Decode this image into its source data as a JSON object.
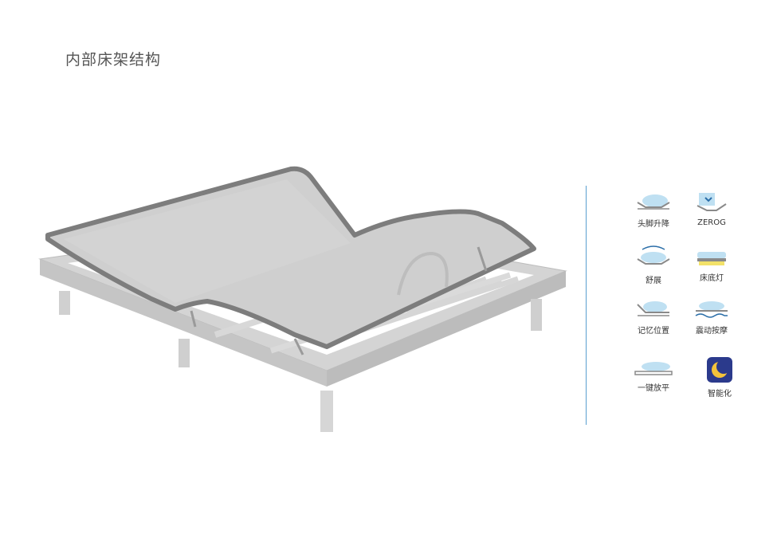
{
  "page": {
    "title": "内部床架结构"
  },
  "features": [
    {
      "label": "头脚升降",
      "icon": "head-foot-lift-icon"
    },
    {
      "label": "ZEROG",
      "icon": "zero-gravity-icon"
    },
    {
      "label": "舒展",
      "icon": "stretch-icon"
    },
    {
      "label": "床底灯",
      "icon": "under-bed-light-icon"
    },
    {
      "label": "记忆位置",
      "icon": "memory-position-icon"
    },
    {
      "label": "震动按摩",
      "icon": "vibration-massage-icon"
    },
    {
      "label": "一键放平",
      "icon": "one-key-flat-icon"
    },
    {
      "label": "智能化",
      "icon": "smart-moon-icon"
    }
  ],
  "colors": {
    "divider": "#5a9fd0",
    "icon_blue": "#bfe0f2",
    "icon_line": "#8a8a8a",
    "smart_bg": "#2b3a8c",
    "moon": "#f3c33b"
  }
}
